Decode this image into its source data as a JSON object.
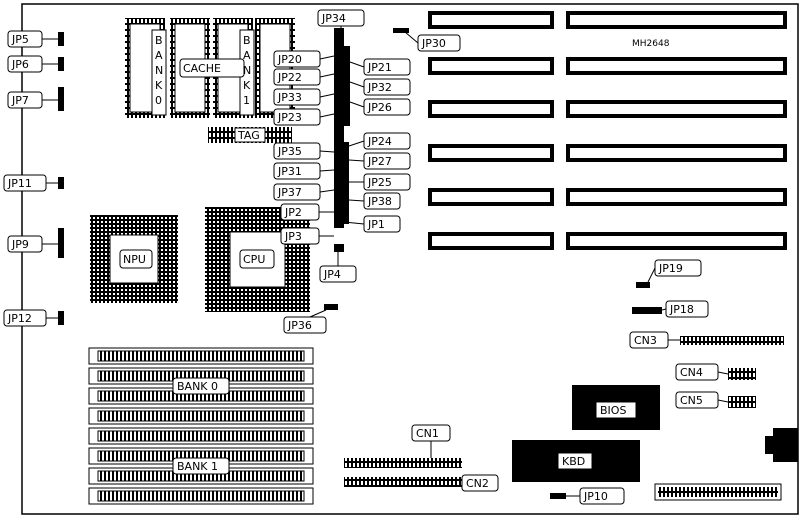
{
  "board_model": "MH2648",
  "bank_0_label": "BANK 0",
  "bank_1_label": "BANK 1",
  "cache_label": "CACHE",
  "tag_label": "TAG",
  "cache_bank0_letters": [
    "B",
    "A",
    "N",
    "K",
    "0"
  ],
  "cache_bank1_letters": [
    "B",
    "A",
    "N",
    "K",
    "1"
  ],
  "npu_label": "NPU",
  "cpu_label": "CPU",
  "bios_label": "BIOS",
  "kbd_label": "KBD",
  "connectors": {
    "cn1": "CN1",
    "cn2": "CN2",
    "cn3": "CN3",
    "cn4": "CN4",
    "cn5": "CN5"
  },
  "jumpers": {
    "jp1": "JP1",
    "jp2": "JP2",
    "jp3": "JP3",
    "jp4": "JP4",
    "jp5": "JP5",
    "jp6": "JP6",
    "jp7": "JP7",
    "jp9": "JP9",
    "jp10": "JP10",
    "jp11": "JP11",
    "jp12": "JP12",
    "jp18": "JP18",
    "jp19": "JP19",
    "jp20": "JP20",
    "jp21": "JP21",
    "jp22": "JP22",
    "jp23": "JP23",
    "jp24": "JP24",
    "jp25": "JP25",
    "jp26": "JP26",
    "jp27": "JP27",
    "jp30": "JP30",
    "jp31": "JP31",
    "jp32": "JP32",
    "jp33": "JP33",
    "jp34": "JP34",
    "jp35": "JP35",
    "jp36": "JP36",
    "jp37": "JP37",
    "jp38": "JP38"
  }
}
